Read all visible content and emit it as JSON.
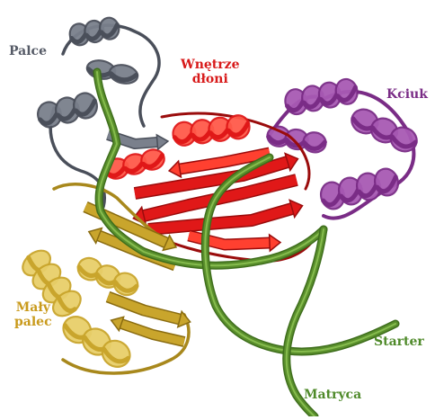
{
  "labels": {
    "fingers": "Palce",
    "palm_line1": "Wnętrze",
    "palm_line2": "dłoni",
    "thumb": "Kciuk",
    "little_finger_line1": "Mały",
    "little_finger_line2": "palec",
    "primer": "Starter",
    "template": "Matryca"
  },
  "colors": {
    "fingers": "#4a4f5a",
    "fingers_light": "#7a808c",
    "palm": "#e01818",
    "palm_dark": "#9a0c0c",
    "thumb": "#7a2c86",
    "thumb_light": "#a85ab4",
    "little_finger": "#c9a52c",
    "little_finger_light": "#e8cf6a",
    "dna": "#5a8f2c",
    "dna_light": "#86bc4e",
    "label_fingers": "#555a66",
    "label_palm": "#d81a1a",
    "label_thumb": "#7a2c86",
    "label_little_finger": "#c99a1c",
    "label_dna": "#4f8a2a"
  }
}
